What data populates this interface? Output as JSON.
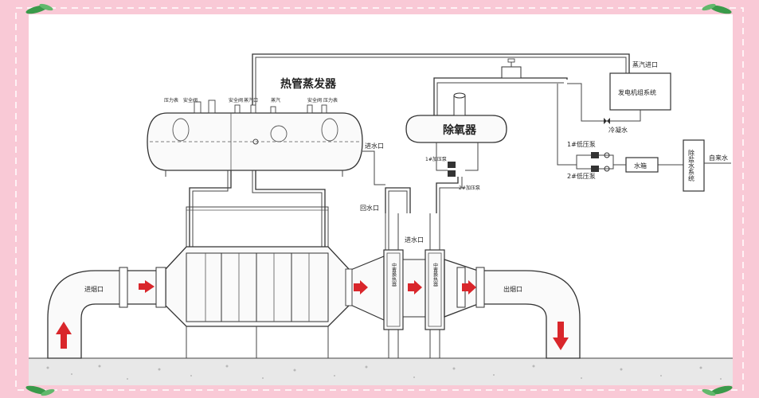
{
  "labels": {
    "evaporator": "热管蒸发器",
    "deaerator": "除氧器",
    "steam_inlet": "蒸汽进口",
    "generator_system": "发电机组系统",
    "condensate": "冷凝水",
    "pump_1_low": "1#低压泵",
    "pump_2_low": "2#低压泵",
    "water_tank": "水箱",
    "desalination": "除盐水系统",
    "tap_water": "自来水",
    "water_inlet_1": "进水口",
    "pump_1_press": "1#加压泵",
    "pump_2_press": "2#加压泵",
    "return_water": "回水口",
    "water_inlet_2": "进水口",
    "flue_inlet": "进烟口",
    "flue_outlet": "出烟口",
    "heat_exchanger": "中置换热器",
    "valve_1": "压力表",
    "valve_2": "安全阀",
    "valve_3": "安全阀",
    "valve_4": "蒸汽口",
    "valve_5": "蒸汽",
    "valve_6": "安全阀",
    "valve_7": "压力表"
  },
  "colors": {
    "frame": "#f9c9d6",
    "panel": "#ffffff",
    "arrow": "#d9262b",
    "leaf": "#3a9a4a"
  }
}
